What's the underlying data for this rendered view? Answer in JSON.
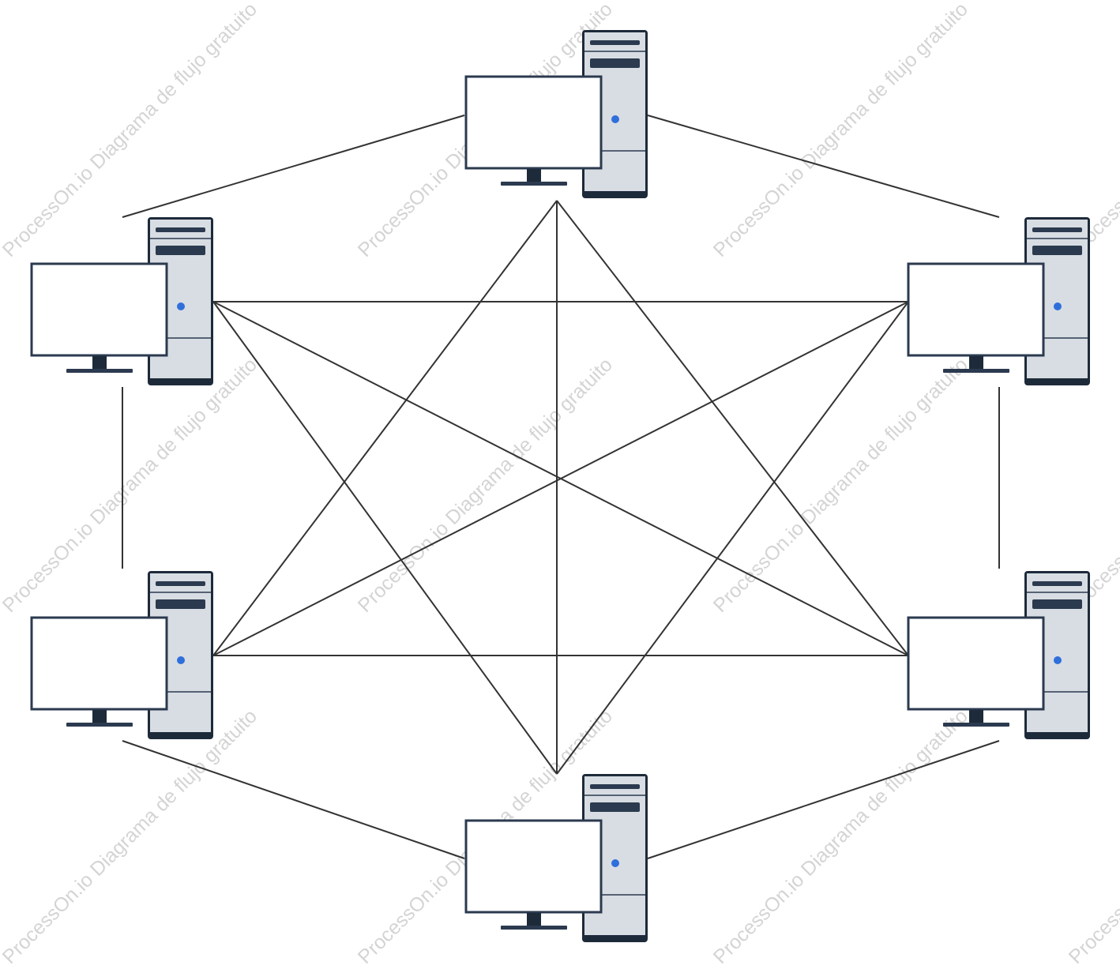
{
  "watermark": "ProcessOn.io Diagrama de flujo gratuito",
  "colors": {
    "background": "#ffffff",
    "line": "#333333",
    "outline": "#2b3a4f",
    "tower_fill": "#d8dde3",
    "tower_dark": "#1d2a3a",
    "power_led": "#2f6fdb",
    "screen_fill": "#ffffff",
    "watermark": "#d4d4d4"
  },
  "nodes": [
    {
      "id": "computer-top",
      "icon": "desktop-computer-icon"
    },
    {
      "id": "computer-upper-left",
      "icon": "desktop-computer-icon"
    },
    {
      "id": "computer-upper-right",
      "icon": "desktop-computer-icon"
    },
    {
      "id": "computer-lower-left",
      "icon": "desktop-computer-icon"
    },
    {
      "id": "computer-lower-right",
      "icon": "desktop-computer-icon"
    },
    {
      "id": "computer-bottom",
      "icon": "desktop-computer-icon"
    }
  ],
  "connections": [
    {
      "from": "computer-top",
      "to": "computer-upper-left"
    },
    {
      "from": "computer-top",
      "to": "computer-upper-right"
    },
    {
      "from": "computer-upper-left",
      "to": "computer-lower-left"
    },
    {
      "from": "computer-upper-right",
      "to": "computer-lower-right"
    },
    {
      "from": "computer-lower-left",
      "to": "computer-bottom"
    },
    {
      "from": "computer-lower-right",
      "to": "computer-bottom"
    },
    {
      "from": "computer-upper-left",
      "to": "computer-upper-right"
    },
    {
      "from": "computer-lower-left",
      "to": "computer-lower-right"
    },
    {
      "from": "computer-upper-left",
      "to": "computer-lower-right"
    },
    {
      "from": "computer-lower-left",
      "to": "computer-upper-right"
    },
    {
      "from": "computer-top",
      "to": "computer-bottom"
    },
    {
      "from": "computer-top",
      "to": "computer-lower-left"
    },
    {
      "from": "computer-top",
      "to": "computer-lower-right"
    },
    {
      "from": "computer-bottom",
      "to": "computer-upper-left"
    },
    {
      "from": "computer-bottom",
      "to": "computer-upper-right"
    }
  ]
}
